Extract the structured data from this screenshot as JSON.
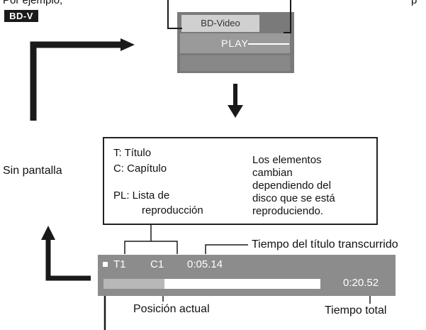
{
  "intro": {
    "clipped_text": "Por ejemplo,",
    "clipped_text_right": "p"
  },
  "badge": {
    "label": "BD-V"
  },
  "menu": {
    "row1_label": "BD-Video",
    "row2_label": "PLAY"
  },
  "legend": {
    "t_label": "T: Título",
    "c_label": "C: Capítulo",
    "pl_label_line1": "PL: Lista de",
    "pl_label_line2": "reproducción",
    "note_line1": "Los elementos",
    "note_line2": "cambian",
    "note_line3": "dependiendo del",
    "note_line4": "disco que se está",
    "note_line5": "reproduciendo."
  },
  "side_label": "Sin pantalla",
  "status": {
    "title": "T1",
    "chapter": "C1",
    "elapsed": "0:05.14",
    "total": "0:20.52",
    "progress": 0.28
  },
  "callouts": {
    "elapsed": "Tiempo del título transcurrido",
    "position": "Posición actual",
    "total": "Tiempo total"
  },
  "colors": {
    "panel_gray": "#7a7a7a",
    "bar_gray": "#8c8c8c",
    "fill_gray": "#b8b8b8",
    "arrow": "#1a1a1a"
  }
}
